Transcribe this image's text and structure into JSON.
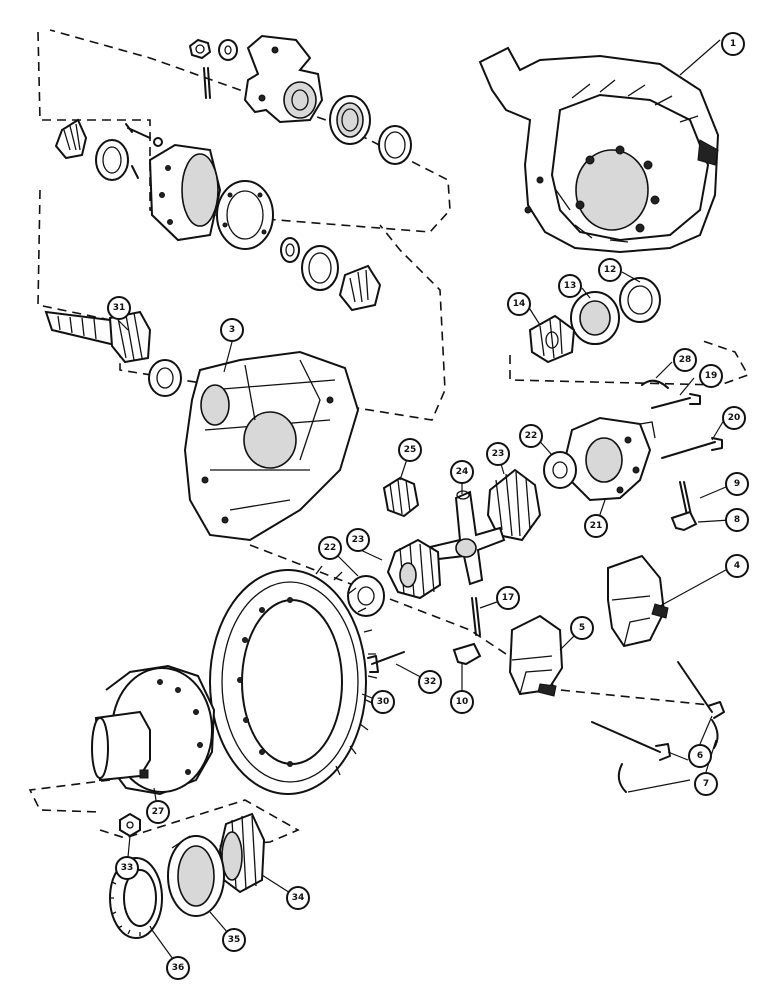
{
  "callouts": [
    "1",
    "12",
    "13",
    "14",
    "31",
    "3",
    "28",
    "19",
    "20",
    "22",
    "25",
    "24",
    "23",
    "9",
    "8",
    "21",
    "4",
    "23",
    "22",
    "17",
    "5",
    "32",
    "30",
    "10",
    "6",
    "7",
    "27",
    "33",
    "34",
    "35",
    "36"
  ]
}
